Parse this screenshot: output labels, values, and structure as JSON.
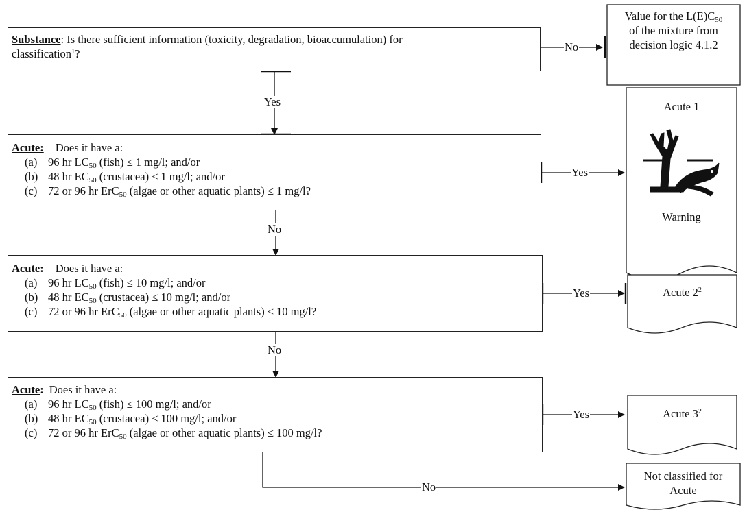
{
  "substance": {
    "label": "Substance",
    "text_a": ": Is there sufficient information (toxicity, degradation, bioaccumulation) for",
    "text_b": "classification",
    "footnote": "1",
    "text_c": "?"
  },
  "no_info_result": {
    "line1a": "Value for the L(E)C",
    "line1sub": "50",
    "line2": "of the mixture from",
    "line3": "decision logic 4.1.2"
  },
  "acute1_q": {
    "label": "Acute:",
    "intro": "Does it have a:",
    "items": [
      {
        "key": "(a)",
        "pre": "96 hr LC",
        "sub": "50",
        "post": " (fish) ≤  1 mg/l; and/or"
      },
      {
        "key": "(b)",
        "pre": "48 hr EC",
        "sub": "50",
        "post": " (crustacea) ≤  1 mg/l; and/or"
      },
      {
        "key": "(c)",
        "pre": "72 or 96 hr ErC",
        "sub": "50",
        "post": " (algae or other aquatic plants) ≤  1 mg/l?"
      }
    ]
  },
  "acute2_q": {
    "label": "Acute",
    "label_suffix": ":",
    "intro": "Does it have a:",
    "items": [
      {
        "key": "(a)",
        "pre": "96 hr LC",
        "sub": "50",
        "post": " (fish) ≤  10 mg/l; and/or"
      },
      {
        "key": "(b)",
        "pre": "48 hr EC",
        "sub": "50",
        "post": " (crustacea) ≤  10 mg/l; and/or"
      },
      {
        "key": "(c)",
        "pre": "72 or 96 hr ErC",
        "sub": "50",
        "post": " (algae or other aquatic plants) ≤  10 mg/l?"
      }
    ]
  },
  "acute3_q": {
    "label": "Acute",
    "label_suffix": ":",
    "intro": "Does it have a:",
    "items": [
      {
        "key": "(a)",
        "pre": "96 hr LC",
        "sub": "50",
        "post": " (fish)  ≤  100 mg/l; and/or"
      },
      {
        "key": "(b)",
        "pre": "48 hr EC",
        "sub": "50",
        "post": " (crustacea)  ≤ 100 mg/l; and/or"
      },
      {
        "key": "(c)",
        "pre": "72 or 96 hr ErC",
        "sub": "50",
        "post": " (algae or other aquatic plants)  ≤ 100 mg/l?"
      }
    ]
  },
  "outcomes": {
    "acute1_title": "Acute 1",
    "acute1_signal": "Warning",
    "acute1_pictogram": "environment-hazard-pictogram",
    "acute2": "Acute 2",
    "acute2_sup": "2",
    "acute3": "Acute 3",
    "acute3_sup": "2",
    "not_classified_l1": "Not classified for",
    "not_classified_l2": "Acute"
  },
  "labels": {
    "yes": "Yes",
    "no": "No"
  }
}
